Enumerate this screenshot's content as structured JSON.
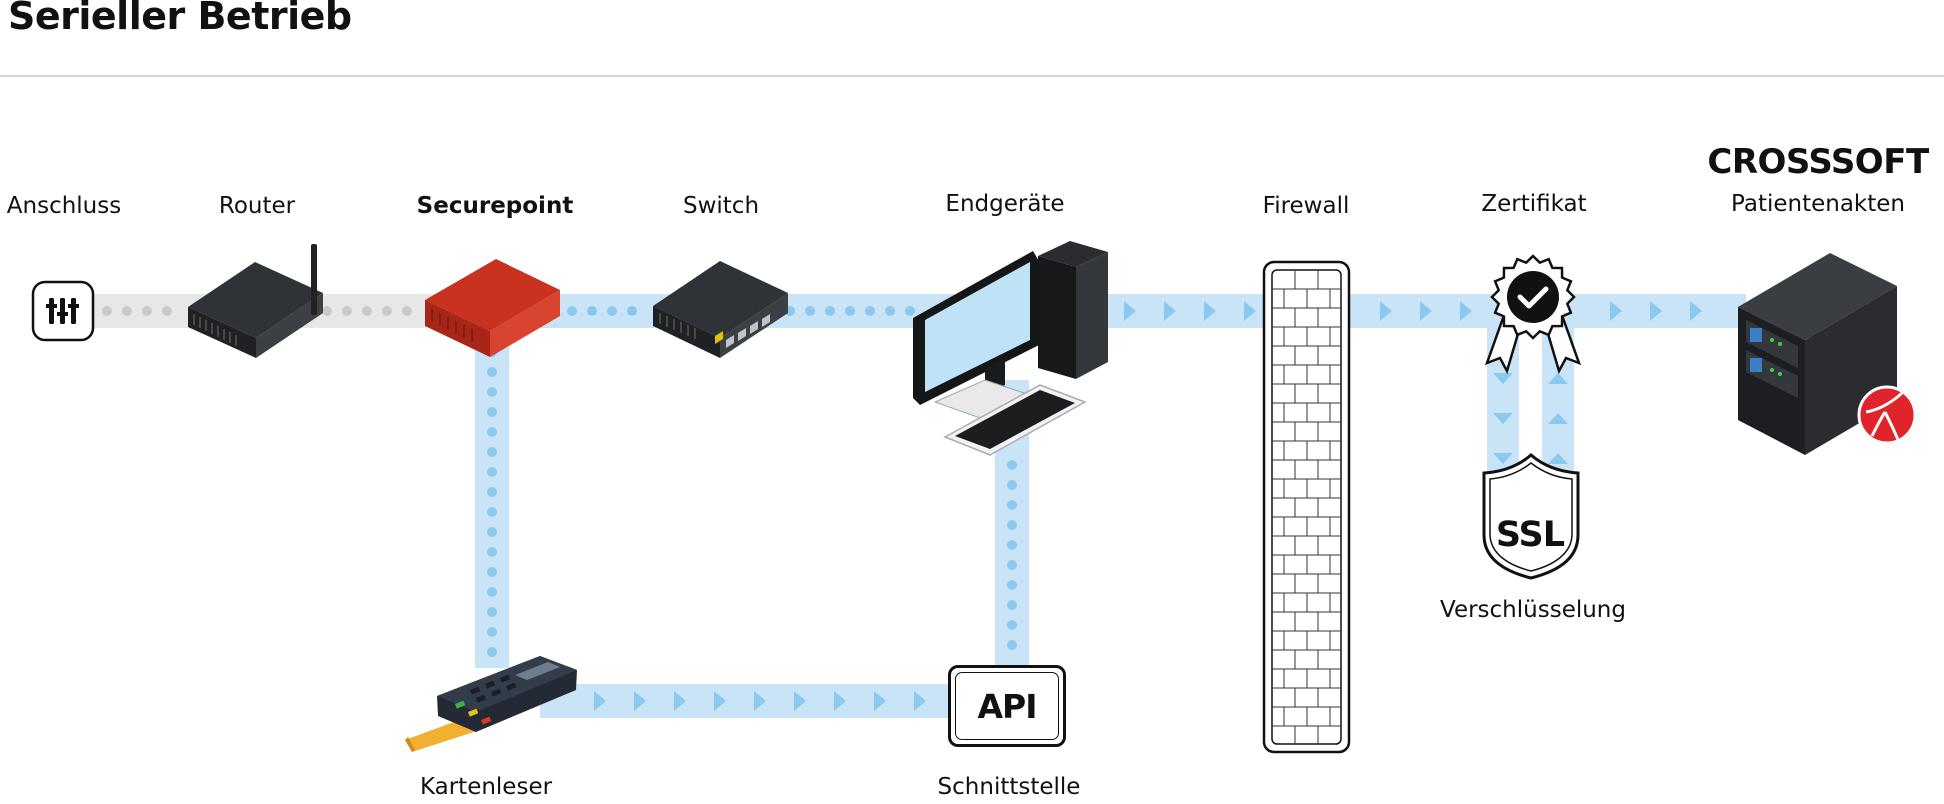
{
  "title": "Serieller Betrieb",
  "brand": "CROSSSOFT",
  "nodes": {
    "anschluss": "Anschluss",
    "router": "Router",
    "securepoint": "Securepoint",
    "switch": "Switch",
    "endgeraete": "Endgeräte",
    "firewall": "Firewall",
    "zertifikat": "Zertifikat",
    "patientenakten": "Patientenakten",
    "kartenleser": "Kartenleser",
    "schnittstelle": "Schnittstelle",
    "verschluesselung": "Verschlüsselung"
  },
  "badges": {
    "api": "API",
    "ssl": "SSL"
  },
  "colors": {
    "flow": "#c8e4f6",
    "flow_marker": "#8cc9ee",
    "inactive": "#e7e7e7",
    "inactive_dot": "#c9c9c9",
    "securepoint": "#c8321f",
    "brand_mark": "#e0242b"
  },
  "icons": [
    "port-icon",
    "router-icon",
    "securepoint-appliance-icon",
    "switch-icon",
    "workstation-icon",
    "firewall-wall-icon",
    "certificate-icon",
    "server-icon",
    "card-reader-icon",
    "api-icon",
    "ssl-shield-icon",
    "crosssoft-logo-icon"
  ]
}
